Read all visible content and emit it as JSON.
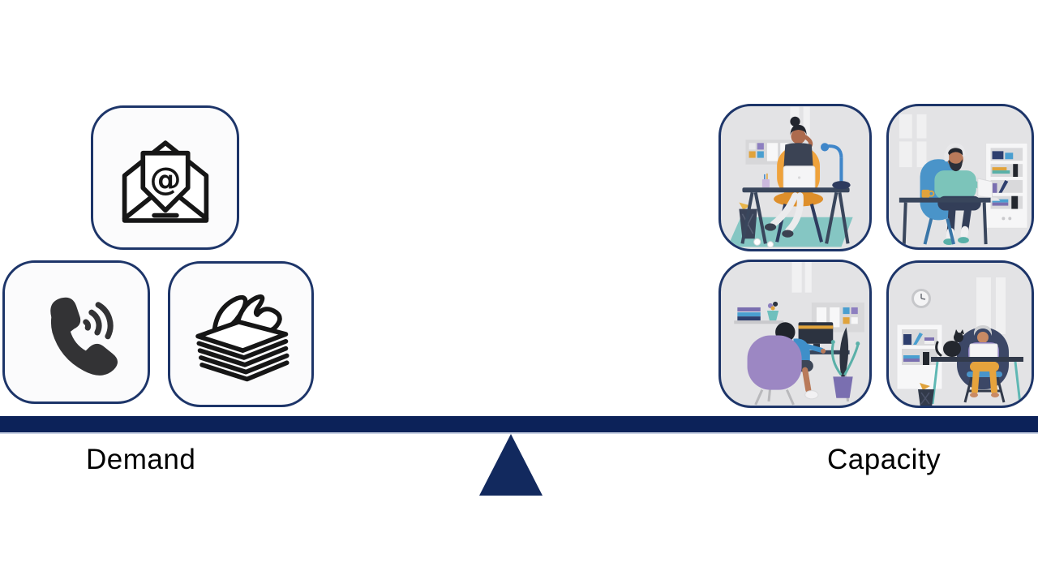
{
  "balance": {
    "left_label": "Demand",
    "right_label": "Capacity",
    "beam_color": "#0c2259",
    "fulcrum_color": "#12295e",
    "card_border_color": "#1d3569",
    "demand_card_background": "#fbfbfc",
    "capacity_card_background": "#e3e3e5"
  },
  "demand": {
    "cards": [
      {
        "icon": "open-email-icon",
        "glyph": "@"
      },
      {
        "icon": "phone-call-icon"
      },
      {
        "icon": "paper-stack-icon"
      }
    ]
  },
  "capacity": {
    "cards": [
      {
        "illustration": "woman-working-at-desk-illustration"
      },
      {
        "illustration": "man-with-headphones-at-desk-illustration"
      },
      {
        "illustration": "person-at-monitor-purple-chair-illustration"
      },
      {
        "illustration": "person-with-laptop-and-cat-illustration"
      }
    ]
  }
}
